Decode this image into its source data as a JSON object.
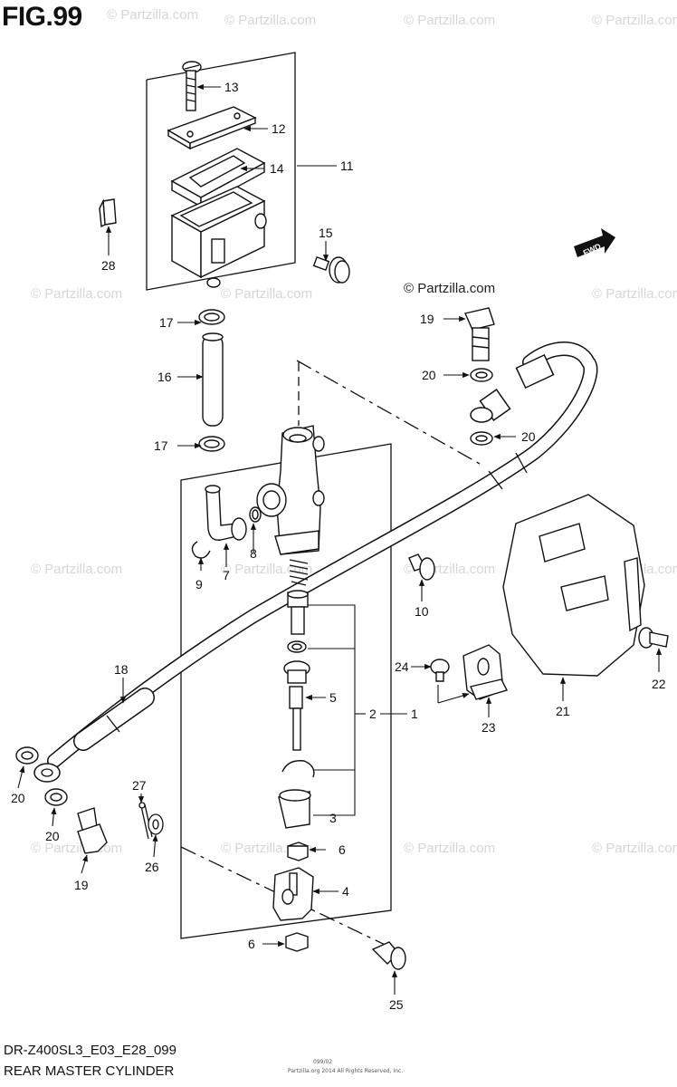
{
  "figure": {
    "title": "FIG.99",
    "model_code": "DR-Z400SL3_E03_E28_099",
    "name": "REAR MASTER CYLINDER",
    "fine_print": "Partzilla.org 2014 All Rights Reserved, Inc.",
    "code": "099/02"
  },
  "brand_mark": "© Partzilla.com",
  "watermark_text": "© Partzilla.com",
  "fwd_label": "FWD",
  "callouts": {
    "c1": "1",
    "c2": "2",
    "c3": "3",
    "c4": "4",
    "c5": "5",
    "c6a": "6",
    "c6b": "6",
    "c7": "7",
    "c8": "8",
    "c9": "9",
    "c10": "10",
    "c11": "11",
    "c12": "12",
    "c13": "13",
    "c14": "14",
    "c15": "15",
    "c16": "16",
    "c17a": "17",
    "c17b": "17",
    "c18": "18",
    "c19a": "19",
    "c19b": "19",
    "c20a": "20",
    "c20b": "20",
    "c20c": "20",
    "c20d": "20",
    "c21": "21",
    "c22": "22",
    "c23": "23",
    "c24": "24",
    "c25": "25",
    "c26": "26",
    "c27": "27",
    "c28": "28"
  }
}
